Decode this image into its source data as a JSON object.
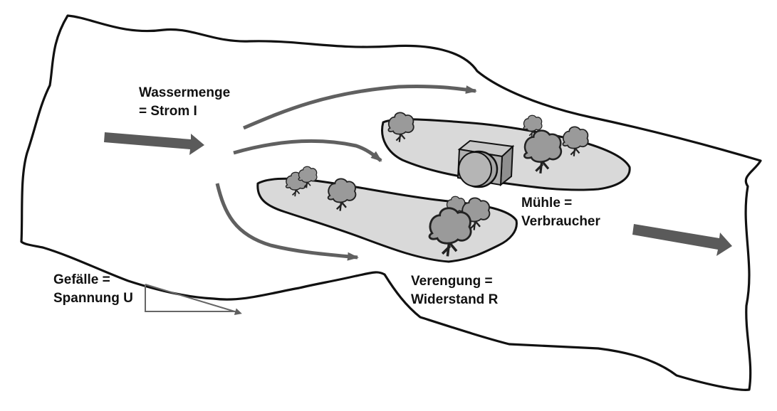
{
  "labels": {
    "strom": {
      "line1": "Wassermenge",
      "line2": "= Strom I"
    },
    "verbraucher": {
      "line1": "Mühle =",
      "line2": "Verbraucher"
    },
    "widerstand": {
      "line1": "Verengung =",
      "line2": "Widerstand R"
    },
    "spannung": {
      "line1": "Gefälle =",
      "line2": "Spannung U"
    }
  },
  "colors": {
    "outline": "#111111",
    "island_fill": "#d9d9d9",
    "flow_arrow": "#606060",
    "tree_fill": "#9a9a9a",
    "mill_fill": "#b0b0b0"
  },
  "icons": [
    "flow-arrow",
    "tree-icon",
    "mill-icon",
    "slope-triangle"
  ]
}
